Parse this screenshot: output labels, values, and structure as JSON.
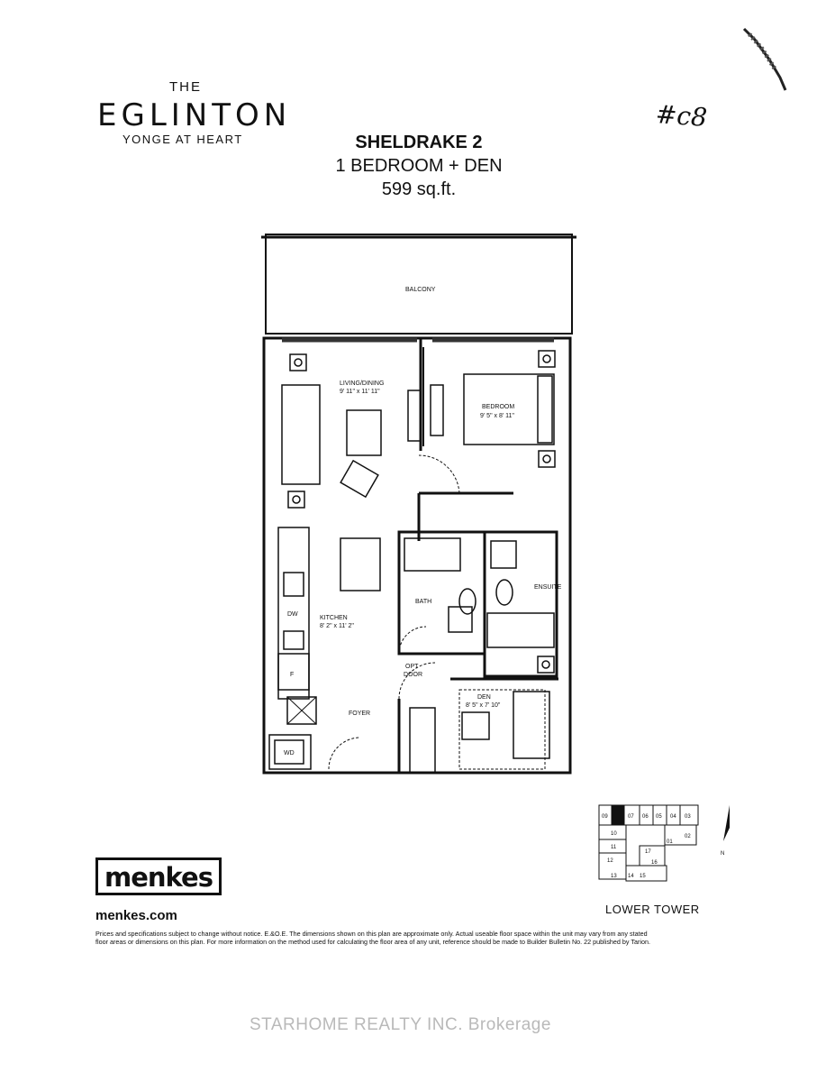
{
  "brand": {
    "the": "THE",
    "name": "EGLINTON",
    "tagline": "YONGE AT HEART"
  },
  "handwritten_note": "#c8",
  "unit": {
    "name": "SHELDRAKE 2",
    "type": "1 BEDROOM + DEN",
    "area": "599 sq.ft."
  },
  "rooms": {
    "balcony": "BALCONY",
    "living": {
      "name": "LIVING/DINING",
      "dims": "9' 11\" x 11' 11\""
    },
    "bedroom": {
      "name": "BEDROOM",
      "dims": "9' 5\" x 8' 11\""
    },
    "kitchen": {
      "name": "KITCHEN",
      "dims": "8' 2\" x 11' 2\""
    },
    "bath": "BATH",
    "ensuite": "ENSUITE",
    "opt_door": [
      "OPT",
      "DOOR"
    ],
    "foyer": "FOYER",
    "den": {
      "name": "DEN",
      "dims": "8' 5\" x 7' 10\""
    },
    "dw": "DW",
    "fridge": "F",
    "wd": "WD"
  },
  "keyplan": {
    "units_top": [
      "09",
      "07",
      "06",
      "05",
      "04",
      "03"
    ],
    "units_other": [
      "10",
      "01",
      "02",
      "11",
      "17",
      "16",
      "12",
      "13",
      "14",
      "15"
    ],
    "north": "N",
    "label": "LOWER TOWER"
  },
  "builder": {
    "logo": "menkes",
    "website": "menkes.com"
  },
  "disclaimer": [
    "Prices and specifications subject to change without notice. E.&O.E. The dimensions shown on this plan are approximate only. Actual useable floor space within the unit may vary from any stated",
    "floor areas or dimensions on this plan. For more information on the method used for calculating the floor area of any unit, reference should be made to Builder Bulletin No. 22 published by Tarion."
  ],
  "watermark": "STARHOME REALTY INC. Brokerage"
}
